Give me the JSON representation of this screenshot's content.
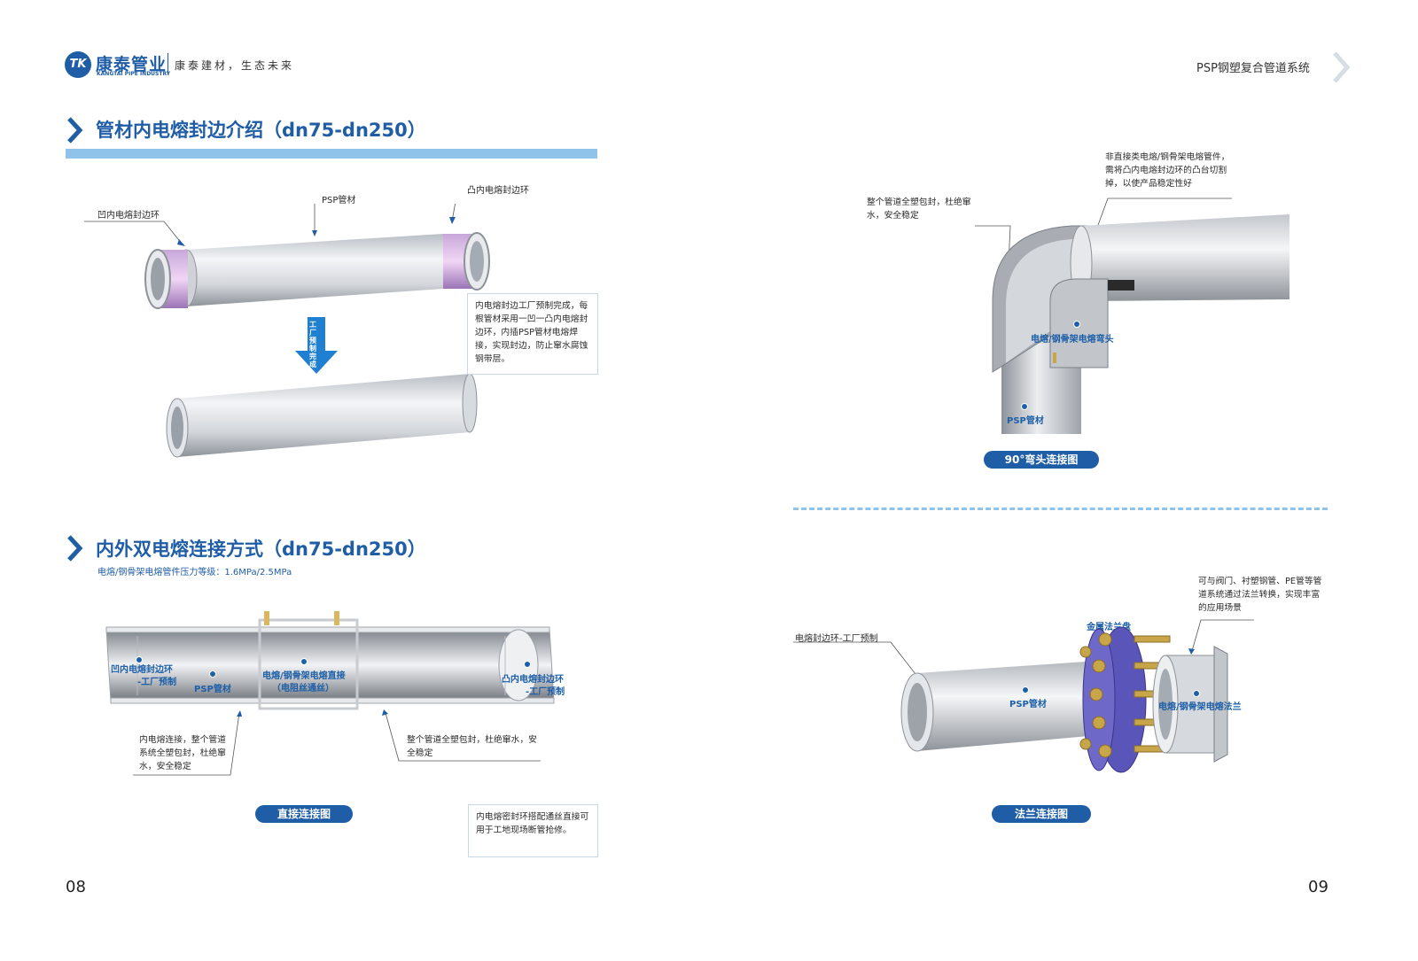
{
  "header": {
    "brand_cn": "康泰管业",
    "brand_en": "KANGTAI PIPE INDUSTRY",
    "logo_mark": "TK",
    "slogan": "康泰建材，生态未来",
    "right_title": "PSP钢塑复合管道系统"
  },
  "section1": {
    "title": "管材内电熔封边介绍（dn75-dn250）",
    "label_concave": "凹内电熔封边环",
    "label_psp": "PSP管材",
    "label_convex": "凸内电熔封边环",
    "arrow_text": "工厂预制完成",
    "note": "内电熔封边工厂预制完成，每根管材采用一凹一凸内电熔封边环，内插PSP管材电熔焊接，实现封边，防止窜水腐蚀钢带层。"
  },
  "section2": {
    "title": "内外双电熔连接方式（dn75-dn250）",
    "subtitle": "电熔/钢骨架电熔管件压力等级：1.6MPa/2.5MPa",
    "label_left_ring_1": "凹内电熔封边环",
    "label_left_ring_2": "-工厂预制",
    "label_psp": "PSP管材",
    "label_coupler_1": "电熔/钢骨架电熔直接",
    "label_coupler_2": "（电阻丝通丝）",
    "label_right_ring_1": "凸内电熔封边环",
    "label_right_ring_2": "-工厂预制",
    "note_left": "内电熔连接，整个管道系统全塑包封，杜绝窜水，安全稳定",
    "note_mid": "整个管道全塑包封，杜绝窜水，安全稳定",
    "caption": "直接连接图",
    "note_box": "内电熔密封环搭配通丝直接可用于工地现场断管抢修。"
  },
  "page_left": "08",
  "page_right": "09",
  "section3": {
    "note_top": "非直接类电熔/钢骨架电熔管件，需将凸内电熔封边环的凸台切割掉，以使产品稳定性好",
    "note_left": "整个管道全塑包封，杜绝窜水，安全稳定",
    "label_elbow": "电熔/钢骨架电熔弯头",
    "label_psp": "PSP管材",
    "caption": "90°弯头连接图"
  },
  "section4": {
    "note_top": "可与阀门、衬塑钢管、PE管等管道系统通过法兰转换，实现丰富的应用场景",
    "label_ring": "电熔封边环-工厂预制",
    "label_flange": "金属法兰盘",
    "label_psp": "PSP管材",
    "label_flange_fit": "电熔/钢骨架电熔法兰",
    "caption": "法兰连接图"
  },
  "colors": {
    "accent": "#1f5da6",
    "band": "#8fc3ea",
    "purple": "#5a55b8",
    "gold": "#c9a54a"
  }
}
